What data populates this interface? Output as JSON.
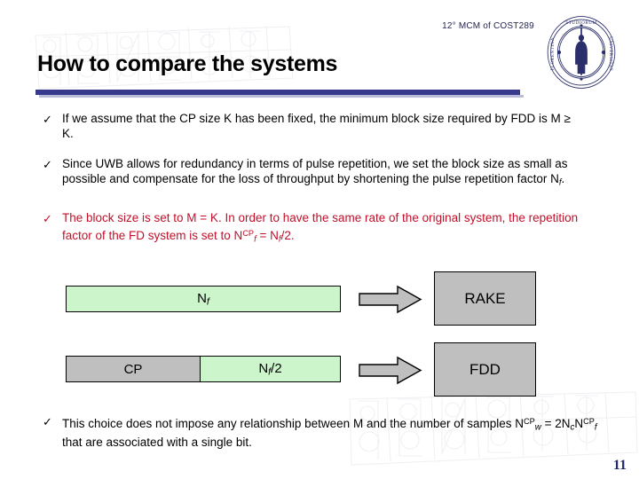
{
  "slide": {
    "conference_label": "12° MCM of COST289",
    "title": "How to compare the systems",
    "page_number": "11",
    "accent_rule_color": "#373a8c",
    "highlight_text_color": "#c0102a",
    "page_number_color": "#252a6b"
  },
  "logo": {
    "name": "university-seal",
    "outer_text": "STUDIORUM",
    "left_text": "FLORENTINA",
    "right_text": "UNIVERSITAS"
  },
  "bullets": [
    {
      "marker": "✓",
      "color": "#000000",
      "text_html": "If we assume that the CP size K has been fixed, the minimum block size required by FDD is M ≥ K.",
      "plain": "If we assume that the CP size K has been fixed, the minimum block size required by FDD is M ≥ K."
    },
    {
      "marker": "✓",
      "color": "#000000",
      "text_html": "Since UWB allows for redundancy in terms of pulse repetition, we set the block size as small as possible and compensate for the loss of throughput by shortening the pulse repetition factor N<sub>f</sub>.",
      "plain": "Since UWB allows for redundancy in terms of pulse repetition, we set the block size as small as possible and compensate for the loss of throughput by shortening the pulse repetition factor Nf."
    },
    {
      "marker": "✓",
      "color": "#c0102a",
      "text_html": "The block size is set to M = K. In order to have the same rate of the original system, the repetition factor of the FD system is set to N<sup>CP</sup><sub>f</sub> = N<sub>f</sub>/2.",
      "plain": "The block size is set to M = K. In order to have the same rate of the original system, the repetition factor of the FD system is set to NCPf = Nf/2."
    },
    {
      "marker": "✓",
      "color": "#000000",
      "text_html": "This choice does not impose any relationship between M  and  the number of samples  N<sup>CP</sup><sub>w</sub> = 2N<sub>c</sub>N<sup>CP</sup><sub>f</sub> that are associated with a single bit.",
      "plain": "This choice does not impose any relationship between M and the number of samples NCPw = 2NcNCPf that are associated with a single bit."
    }
  ],
  "diagram": {
    "row1": {
      "bar_label_html": "N<sub>f</sub>",
      "bar_label": "Nf",
      "bar_color": "#ccf5cc",
      "arrow": "right-block-arrow",
      "target_label": "RAKE"
    },
    "row2": {
      "cp_label": "CP",
      "cp_color": "#bfbfbf",
      "data_label_html": "N<sub>f</sub>/2",
      "data_label": "Nf/2",
      "data_color": "#ccf5cc",
      "arrow": "right-block-arrow",
      "target_label": "FDD"
    }
  }
}
